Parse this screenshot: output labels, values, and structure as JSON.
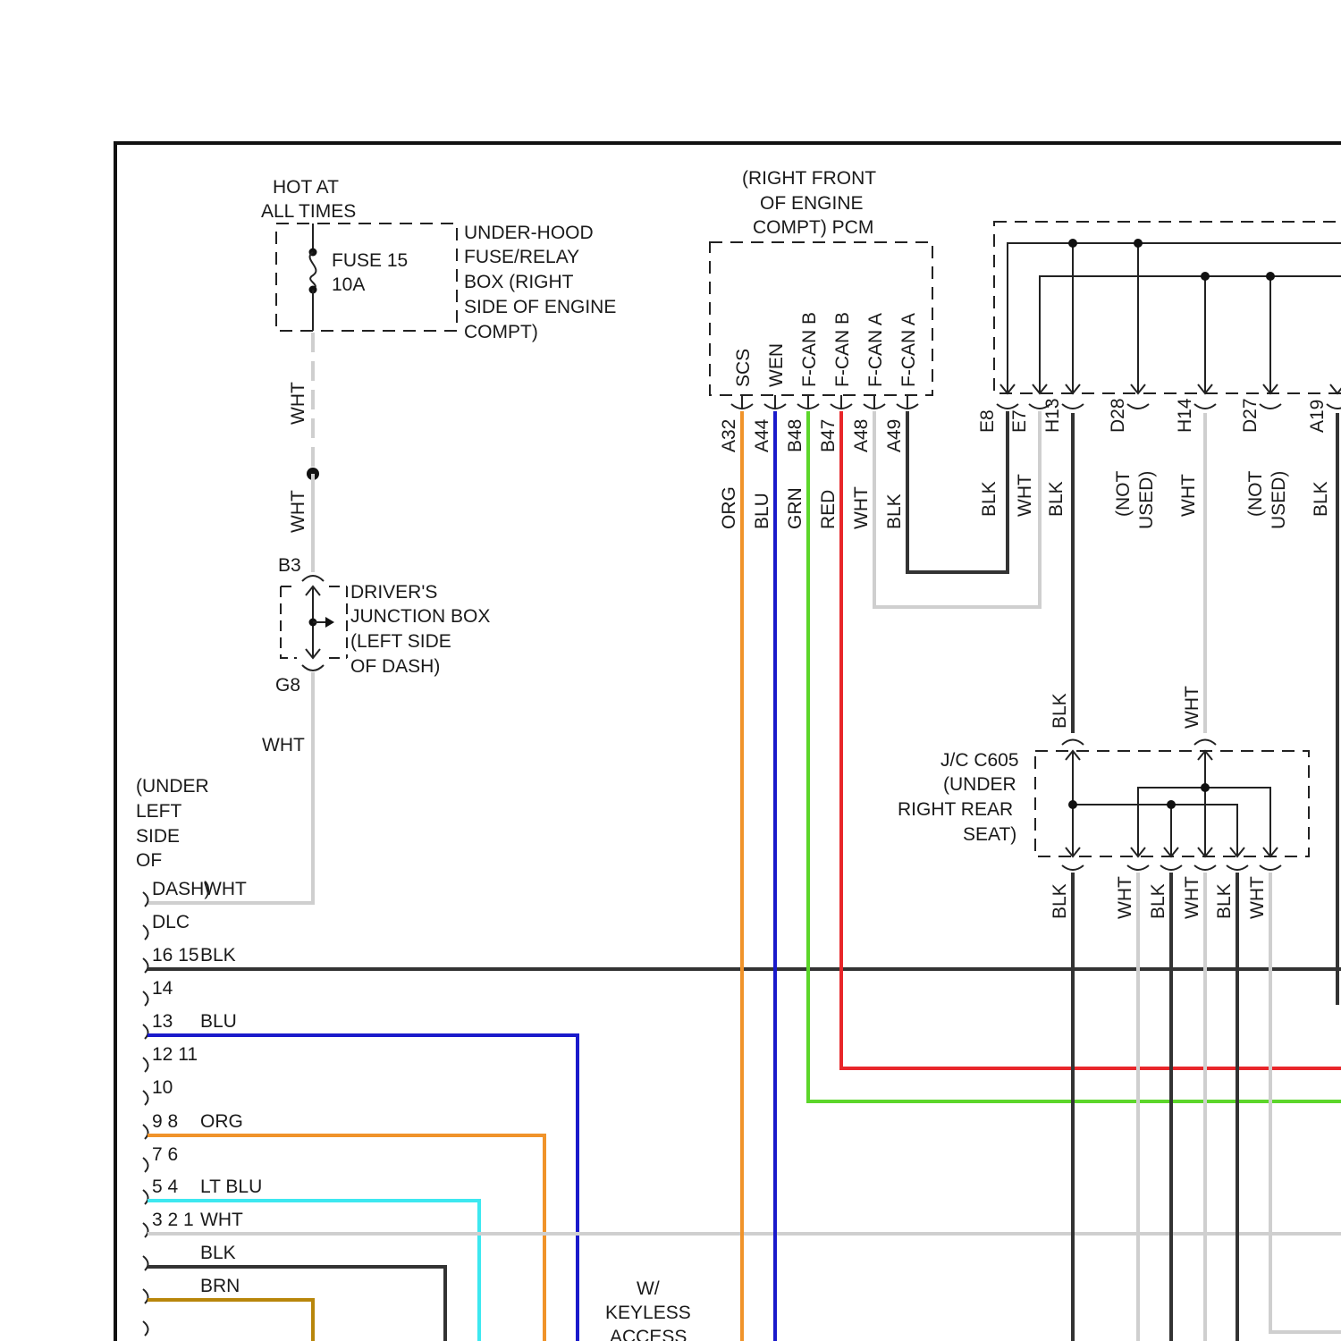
{
  "labels": {
    "hot_at": "HOT AT",
    "all_times": "ALL TIMES",
    "fuse_name": "FUSE 15",
    "fuse_rating": "10A",
    "underhood_1": "UNDER-HOOD",
    "underhood_2": "FUSE/RELAY",
    "underhood_3": "BOX (RIGHT",
    "underhood_4": "SIDE OF ENGINE",
    "underhood_5": "COMPT)",
    "pcm_1": "(RIGHT FRONT",
    "pcm_2": "OF ENGINE",
    "pcm_3": "COMPT) PCM",
    "djb_1": "DRIVER'S",
    "djb_2": "JUNCTION BOX",
    "djb_3": "(LEFT SIDE",
    "djb_4": "OF DASH)",
    "djb_top": "B3",
    "djb_bottom": "G8",
    "jc_1": "J/C C605",
    "jc_2": "(UNDER",
    "jc_3": "RIGHT REAR",
    "jc_4": "SEAT)",
    "dlc_1": "(UNDER",
    "dlc_2": "LEFT",
    "dlc_3": "SIDE",
    "dlc_4": "OF",
    "dlc_5": "DASH)",
    "dlc_name": "DLC",
    "keyless_1": "W/",
    "keyless_2": "KEYLESS",
    "keyless_3": "ACCESS"
  },
  "pcm_pins": [
    {
      "signal": "SCS",
      "terminal": "A32",
      "wire": "ORG"
    },
    {
      "signal": "WEN",
      "terminal": "A44",
      "wire": "BLU"
    },
    {
      "signal": "F-CAN B",
      "terminal": "B48",
      "wire": "GRN"
    },
    {
      "signal": "F-CAN B",
      "terminal": "B47",
      "wire": "RED"
    },
    {
      "signal": "F-CAN A",
      "terminal": "A48",
      "wire": "WHT"
    },
    {
      "signal": "F-CAN A",
      "terminal": "A49",
      "wire": "BLK"
    }
  ],
  "right_module_pins": [
    {
      "terminal": "E8",
      "wire": "BLK"
    },
    {
      "terminal": "E7",
      "wire": "WHT"
    },
    {
      "terminal": "H13",
      "wire": "BLK"
    },
    {
      "terminal": "D28",
      "wire": "(NOT USED)"
    },
    {
      "terminal": "H14",
      "wire": "WHT"
    },
    {
      "terminal": "D27",
      "wire": "(NOT USED)"
    },
    {
      "terminal": "A19",
      "wire": "BLK"
    }
  ],
  "jc_top_wires": [
    "BLK",
    "WHT"
  ],
  "jc_bottom_wires": [
    "BLK",
    "WHT",
    "BLK",
    "WHT",
    "BLK",
    "WHT"
  ],
  "fuse_wires": [
    "WHT",
    "WHT",
    "WHT",
    "WHT"
  ],
  "dlc_rows": [
    {
      "pins": "",
      "wire": "WHT"
    },
    {
      "pins": "DLC",
      "wire": ""
    },
    {
      "pins": "16 15",
      "wire": "BLK"
    },
    {
      "pins": "14",
      "wire": ""
    },
    {
      "pins": "13",
      "wire": "BLU"
    },
    {
      "pins": "12 11",
      "wire": ""
    },
    {
      "pins": "10",
      "wire": ""
    },
    {
      "pins": "9 8",
      "wire": "ORG"
    },
    {
      "pins": "7 6",
      "wire": ""
    },
    {
      "pins": "5 4",
      "wire": "LT BLU"
    },
    {
      "pins": "3 2 1",
      "wire": "WHT"
    },
    {
      "pins": "",
      "wire": "BLK"
    },
    {
      "pins": "",
      "wire": "BRN"
    }
  ],
  "colors": {
    "ORG": "#f0932a",
    "BLU": "#1a1acb",
    "GRN": "#5cd62a",
    "RED": "#e8262a",
    "WHT": "#cfcfcf",
    "BLK": "#333333",
    "LT BLU": "#3de8f0",
    "BRN": "#b8860b"
  }
}
